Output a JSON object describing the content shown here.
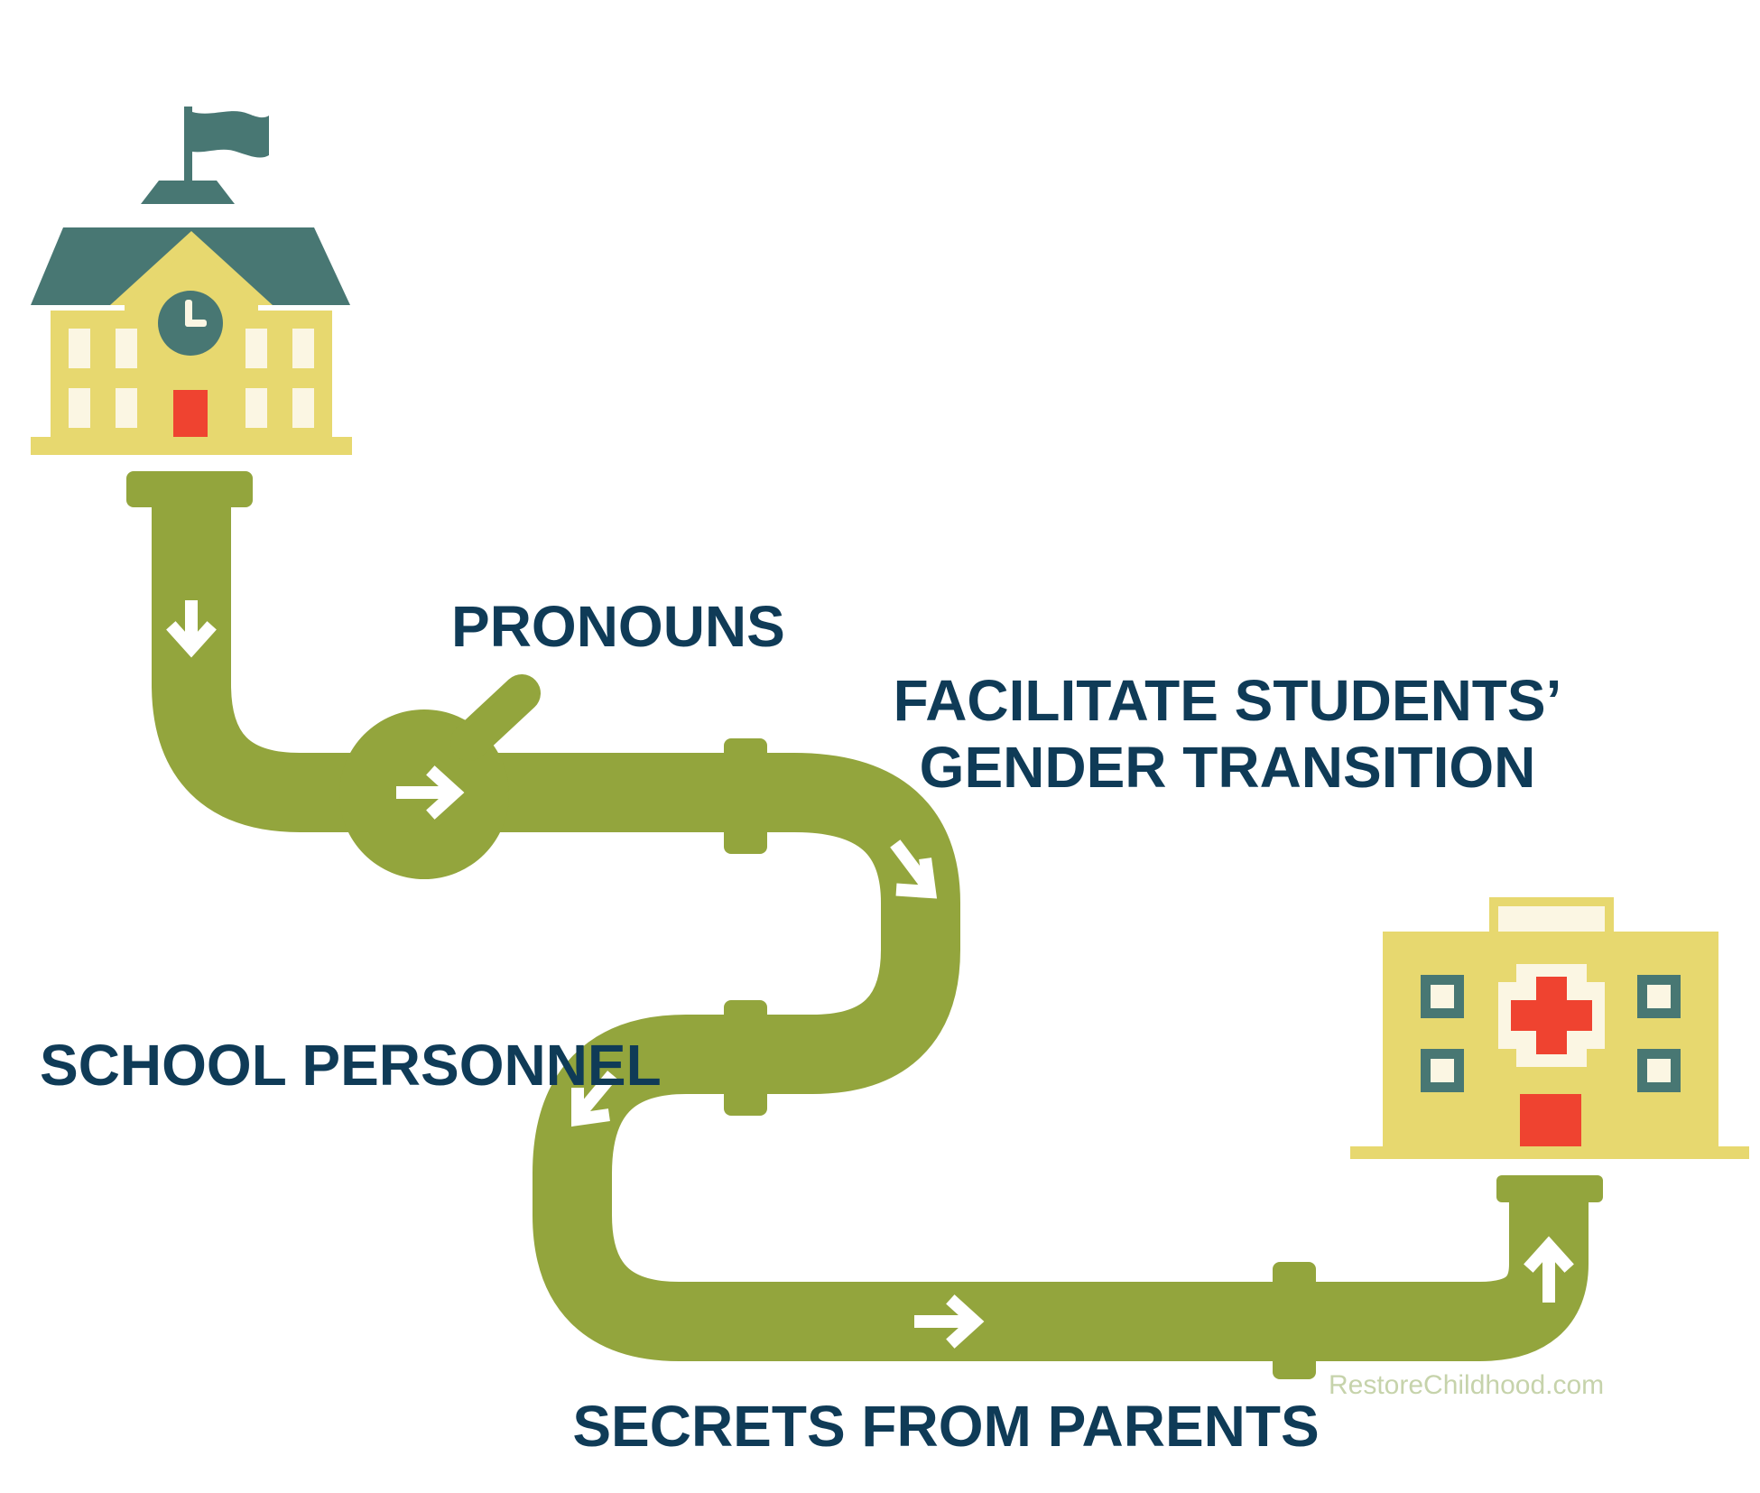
{
  "labels": {
    "pronouns": "PRONOUNS",
    "facilitate_line1": "FACILITATE STUDENTS’",
    "facilitate_line2": "GENDER TRANSITION",
    "school_personnel": "SCHOOL PERSONNEL",
    "secrets": "SECRETS FROM PARENTS"
  },
  "watermark": "RestoreChildhood.com",
  "icons": {
    "start": "school-building-icon",
    "end": "hospital-building-icon",
    "flow": "pipeline-icon",
    "direction": "arrow-icon"
  },
  "colors": {
    "pipe": "#93a53d",
    "label_text": "#0f3b57",
    "building_wall": "#e7d86f",
    "roof": "#487773",
    "door": "#ef4330",
    "window": "#fbf6e3",
    "watermark": "#c6d3ab"
  }
}
